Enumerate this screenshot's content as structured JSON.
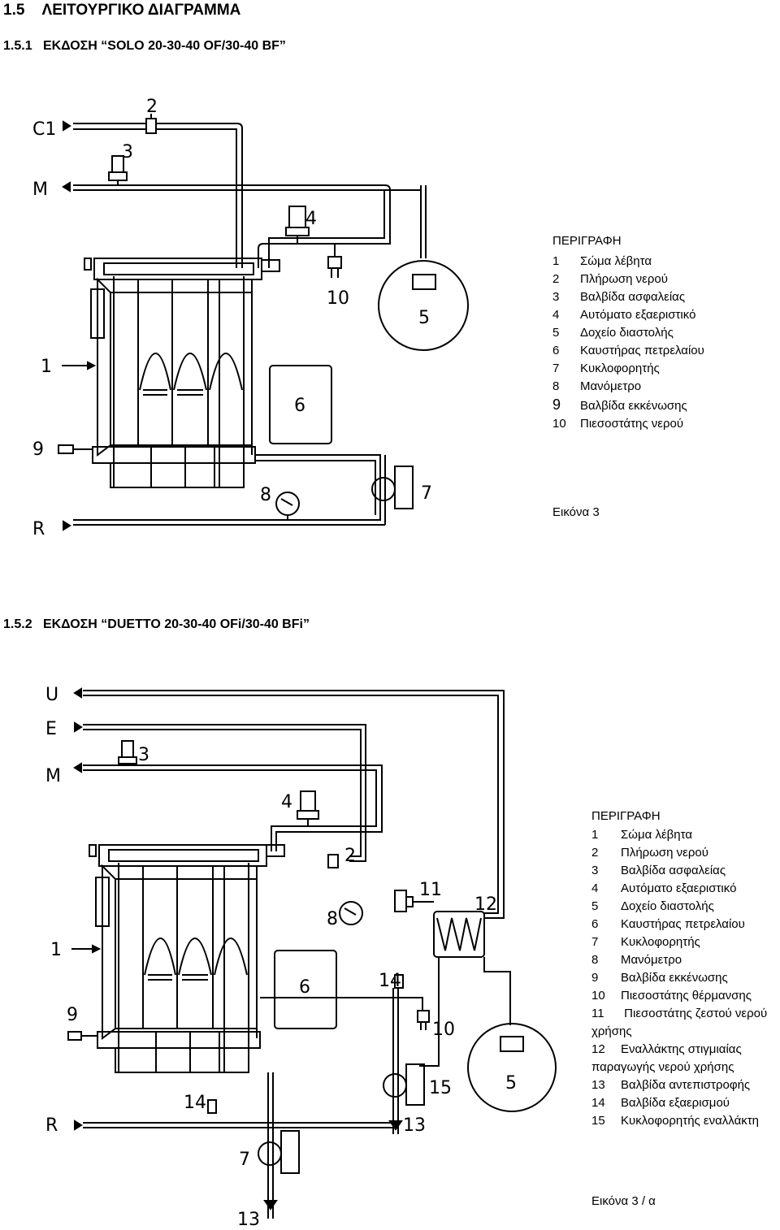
{
  "section": {
    "number": "1.5",
    "title": "ΛΕΙΤΟΥΡΓΙΚΟ ΔΙΑΓΡΑΜΜΑ"
  },
  "sub1": {
    "number": "1.5.1",
    "title": "ΕΚΔΟΣΗ “SOLO 20-30-40 OF/30-40 BF”"
  },
  "sub2": {
    "number": "1.5.2",
    "title": "ΕΚΔΟΣΗ “DUETTO 20-30-40 OFi/30-40 BFi”"
  },
  "legend1": {
    "title": "ΠΕΡΙΓΡΑΦΗ",
    "items": [
      {
        "n": "1",
        "text": "Σώμα λέβητα"
      },
      {
        "n": "2",
        "text": "Πλήρωση νερού"
      },
      {
        "n": "3",
        "text": "Βαλβίδα ασφαλείας"
      },
      {
        "n": "4",
        "text": "Αυτόματο εξαεριστικό"
      },
      {
        "n": "5",
        "text": "Δοχείο διαστολής"
      },
      {
        "n": "6",
        "text": "Καυστήρας πετρελαίου"
      },
      {
        "n": "7",
        "text": "Κυκλοφορητής"
      },
      {
        "n": "8",
        "text": "Μανόμετρο"
      },
      {
        "n": "9",
        "text": "Βαλβίδα εκκένωσης"
      },
      {
        "n": "10",
        "text": "Πιεσοστάτης νερού"
      }
    ],
    "caption": "Εικόνα 3"
  },
  "legend2": {
    "title": "ΠΕΡΙΓΡΑΦΗ",
    "items": [
      {
        "n": "1",
        "text": "Σώμα λέβητα"
      },
      {
        "n": "2",
        "text": "Πλήρωση νερού"
      },
      {
        "n": "3",
        "text": "Βαλβίδα ασφαλείας"
      },
      {
        "n": "4",
        "text": "Αυτόματο εξαεριστικό"
      },
      {
        "n": "5",
        "text": "Δοχείο διαστολής"
      },
      {
        "n": "6",
        "text": "Καυστήρας πετρελαίου"
      },
      {
        "n": "7",
        "text": "Κυκλοφορητής"
      },
      {
        "n": "8",
        "text": "Μανόμετρο"
      },
      {
        "n": "9",
        "text": "Βαλβίδα εκκένωσης"
      },
      {
        "n": "10",
        "text": "Πιεσοστάτης θέρμανσης"
      },
      {
        "n": "11",
        "text": " Πιεσοστάτης ζεστού νερού χρήσης"
      },
      {
        "n": "12",
        "text": "Εναλλάκτης στιγμιαίας παραγωγής νερού χρήσης"
      },
      {
        "n": "13",
        "text": "Βαλβίδα αντεπιστροφής"
      },
      {
        "n": "14",
        "text": "Βαλβίδα εξαερισμού"
      },
      {
        "n": "15",
        "text": "Κυκλοφορητής εναλλάκτη"
      }
    ],
    "caption": "Εικόνα 3 / α"
  },
  "diagram1_labels": {
    "c1": "C1",
    "m": "M",
    "r": "R",
    "n1": "1",
    "n2": "2",
    "n3": "3",
    "n4": "4",
    "n5": "5",
    "n6": "6",
    "n7": "7",
    "n8": "8",
    "n9": "9",
    "n10": "10"
  },
  "diagram2_labels": {
    "u": "U",
    "e": "E",
    "m": "M",
    "r": "R",
    "n1": "1",
    "n2": "2",
    "n3": "3",
    "n4": "4",
    "n5": "5",
    "n6": "6",
    "n7": "7",
    "n8": "8",
    "n9": "9",
    "n10": "10",
    "n11": "11",
    "n12": "12",
    "n13a": "13",
    "n13b": "13",
    "n14a": "14",
    "n14b": "14",
    "n15": "15"
  }
}
